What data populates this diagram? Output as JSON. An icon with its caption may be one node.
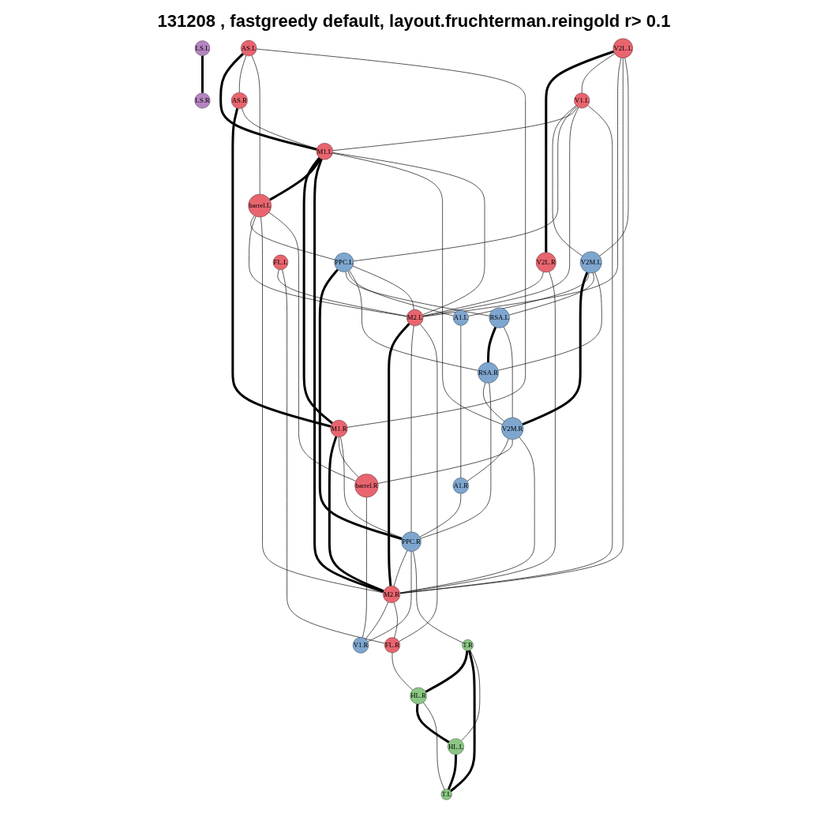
{
  "diagram": {
    "title": "131208 , fastgreedy default,  layout.fruchterman.reingold r> 0.1",
    "nodes": [
      {
        "text": [
          "RSA.L"
        ]
      },
      {
        "text": [
          "V1.L"
        ]
      },
      {
        "text": [
          "V2M.L"
        ]
      },
      {
        "text": [
          "A1.L"
        ]
      },
      {
        "text": [
          "V2L.L"
        ]
      },
      {
        "text": [
          "PPC.L"
        ]
      },
      {
        "text": [
          "RSA.R"
        ]
      },
      {
        "text": [
          "AS.L"
        ]
      },
      {
        "text": [
          "barrel.L"
        ]
      },
      {
        "text": [
          "M1.L"
        ]
      },
      {
        "text": [
          "V2M.R"
        ]
      },
      {
        "text": [
          "A1.R"
        ]
      },
      {
        "text": [
          "AS.R"
        ]
      },
      {
        "text": [
          "M1.R"
        ]
      },
      {
        "text": [
          "M2.L"
        ]
      },
      {
        "text": [
          "barrel.R"
        ]
      },
      {
        "text": [
          "PPC.R"
        ]
      },
      {
        "text": [
          "V2L.R"
        ]
      },
      {
        "text": [
          "M2.R"
        ]
      },
      {
        "text": [
          "V1.R"
        ]
      },
      {
        "text": [
          "FL.L"
        ]
      },
      {
        "text": [
          "FL.R"
        ]
      },
      {
        "text": [
          "T.R"
        ]
      },
      {
        "text": [
          "LS.L"
        ]
      },
      {
        "text": [
          "HL.R"
        ]
      },
      {
        "text": [
          "T.L"
        ]
      },
      {
        "text": [
          "HL.L"
        ]
      },
      {
        "text": [
          "LS.R"
        ]
      }
    ],
    "edges": [
      {
        "from": 4,
        "to": 17,
        "arrow": "none",
        "style": "thick"
      },
      {
        "from": 7,
        "to": 9,
        "arrow": "none",
        "style": "thick"
      },
      {
        "from": 12,
        "to": 13,
        "arrow": "none",
        "style": "thick"
      },
      {
        "from": 9,
        "to": 13,
        "arrow": "none",
        "style": "thick"
      },
      {
        "from": 9,
        "to": 8,
        "arrow": "none",
        "style": "thick"
      },
      {
        "from": 9,
        "to": 18,
        "arrow": "none",
        "style": "thick"
      },
      {
        "from": 14,
        "to": 18,
        "arrow": "none",
        "style": "thick"
      },
      {
        "from": 13,
        "to": 18,
        "arrow": "none",
        "style": "thick"
      },
      {
        "from": 2,
        "to": 10,
        "arrow": "none",
        "style": "thick"
      },
      {
        "from": 5,
        "to": 16,
        "arrow": "none",
        "style": "thick"
      },
      {
        "from": 0,
        "to": 6,
        "arrow": "none",
        "style": "thick"
      },
      {
        "from": 22,
        "to": 24,
        "arrow": "none",
        "style": "thick"
      },
      {
        "from": 22,
        "to": 25,
        "arrow": "none",
        "style": "thick"
      },
      {
        "from": 24,
        "to": 26,
        "arrow": "none",
        "style": "thick"
      },
      {
        "from": 26,
        "to": 25,
        "arrow": "none",
        "style": "thick"
      },
      {
        "from": 23,
        "to": 27,
        "arrow": "none",
        "style": "thick"
      },
      {
        "from": 7,
        "to": 12,
        "arrow": "none"
      },
      {
        "from": 7,
        "to": 8,
        "arrow": "none"
      },
      {
        "from": 7,
        "to": 13,
        "arrow": "none"
      },
      {
        "from": 12,
        "to": 9,
        "arrow": "none"
      },
      {
        "from": 4,
        "to": 1,
        "arrow": "none"
      },
      {
        "from": 4,
        "to": 14,
        "arrow": "none"
      },
      {
        "from": 4,
        "to": 18,
        "arrow": "none"
      },
      {
        "from": 4,
        "to": 2,
        "arrow": "none"
      },
      {
        "from": 1,
        "to": 2,
        "arrow": "none"
      },
      {
        "from": 1,
        "to": 5,
        "arrow": "none"
      },
      {
        "from": 1,
        "to": 9,
        "arrow": "none"
      },
      {
        "from": 1,
        "to": 14,
        "arrow": "none"
      },
      {
        "from": 1,
        "to": 18,
        "arrow": "none"
      },
      {
        "from": 2,
        "to": 3,
        "arrow": "none"
      },
      {
        "from": 2,
        "to": 0,
        "arrow": "none"
      },
      {
        "from": 2,
        "to": 6,
        "arrow": "none"
      },
      {
        "from": 5,
        "to": 0,
        "arrow": "none"
      },
      {
        "from": 5,
        "to": 3,
        "arrow": "none"
      },
      {
        "from": 5,
        "to": 6,
        "arrow": "none"
      },
      {
        "from": 8,
        "to": 5,
        "arrow": "none"
      },
      {
        "from": 9,
        "to": 10,
        "arrow": "none"
      },
      {
        "from": 10,
        "to": 11,
        "arrow": "none"
      },
      {
        "from": 0,
        "to": 10,
        "arrow": "none"
      },
      {
        "from": 6,
        "to": 10,
        "arrow": "none"
      },
      {
        "from": 6,
        "to": 16,
        "arrow": "none"
      },
      {
        "from": 3,
        "to": 11,
        "arrow": "none"
      },
      {
        "from": 11,
        "to": 16,
        "arrow": "none"
      },
      {
        "from": 5,
        "to": 14,
        "arrow": "none"
      },
      {
        "from": 10,
        "to": 15,
        "arrow": "none"
      },
      {
        "from": 10,
        "to": 18,
        "arrow": "none"
      },
      {
        "from": 13,
        "to": 15,
        "arrow": "none"
      },
      {
        "from": 14,
        "to": 16,
        "arrow": "none"
      },
      {
        "from": 13,
        "to": 16,
        "arrow": "none"
      },
      {
        "from": 15,
        "to": 19,
        "arrow": "none"
      },
      {
        "from": 16,
        "to": 18,
        "arrow": "none"
      },
      {
        "from": 18,
        "to": 19,
        "arrow": "none"
      },
      {
        "from": 16,
        "to": 19,
        "arrow": "none"
      },
      {
        "from": 16,
        "to": 22,
        "arrow": "none"
      },
      {
        "from": 18,
        "to": 21,
        "arrow": "none"
      },
      {
        "from": 14,
        "to": 21,
        "arrow": "none"
      },
      {
        "from": 20,
        "to": 14,
        "arrow": "none"
      },
      {
        "from": 20,
        "to": 21,
        "arrow": "none"
      },
      {
        "from": 21,
        "to": 24,
        "arrow": "none"
      },
      {
        "from": 22,
        "to": 26,
        "arrow": "none"
      },
      {
        "from": 24,
        "to": 25,
        "arrow": "none"
      },
      {
        "from": 17,
        "to": 14,
        "arrow": "none"
      },
      {
        "from": 17,
        "to": 18,
        "arrow": "none"
      },
      {
        "from": 8,
        "to": 14,
        "arrow": "none"
      },
      {
        "from": 8,
        "to": 18,
        "arrow": "none"
      },
      {
        "from": 8,
        "to": 15,
        "arrow": "none"
      },
      {
        "from": 9,
        "to": 14,
        "arrow": "none"
      }
    ]
  }
}
